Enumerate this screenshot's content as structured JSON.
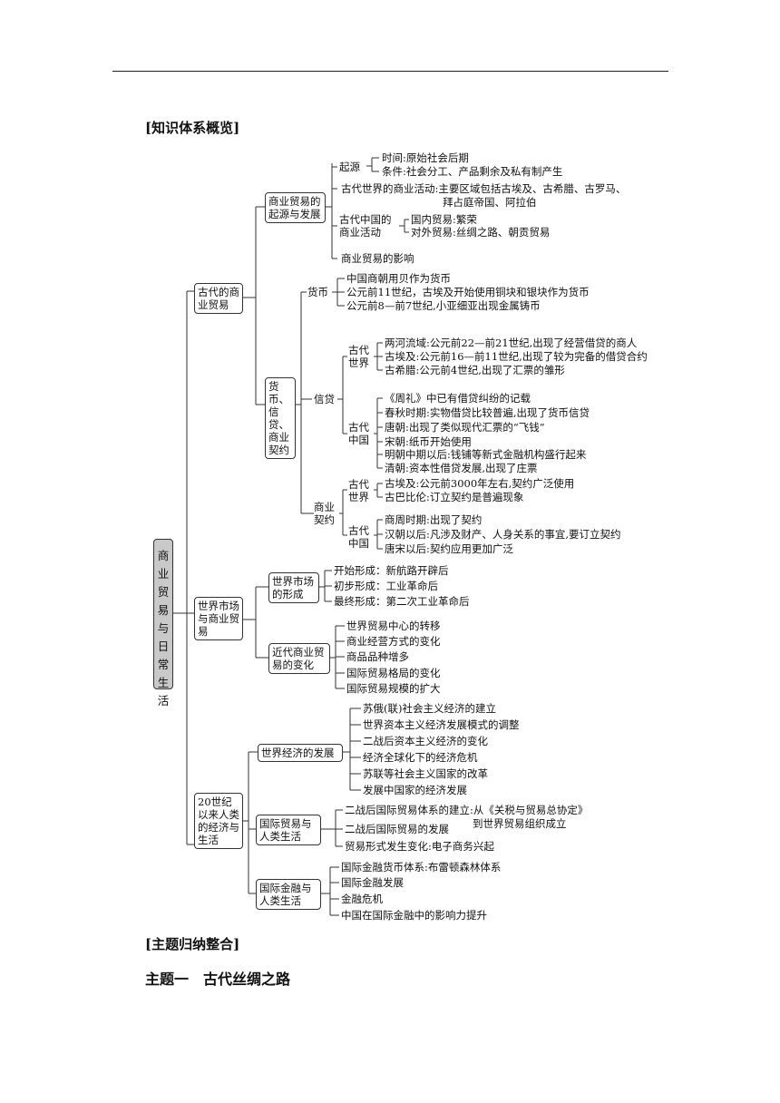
{
  "overview_heading": "[知识体系概览]",
  "summary_heading": "[主题归纳整合]",
  "theme_title": "主题一　古代丝绸之路",
  "root": "商业贸易与日常生活",
  "l1": {
    "ancient_trade": "古代的商业贸易",
    "world_market": "世界市场与商业贸易",
    "c20": "20世纪以来人类的经济与生活"
  },
  "l2": {
    "origin_dev": "商业贸易的起源与发展",
    "money_credit": "货币、信贷、商业契约",
    "wm_form": "世界市场的形成",
    "modern_change": "近代商业贸易的变化",
    "world_econ": "世界经济的发展",
    "intl_trade": "国际贸易与人类生活",
    "intl_fin": "国际金融与人类生活"
  },
  "l3": {
    "origin": "起源",
    "ancient_china_trade": "古代中国的商业活动",
    "currency": "货币",
    "credit": "信贷",
    "contract": "商业契约",
    "credit_world": "古代世界",
    "credit_china": "古代中国",
    "contract_world": "古代世界",
    "contract_china": "古代中国"
  },
  "items": {
    "origin_time": "时间:原始社会后期",
    "origin_cond": "条件:社会分工、产品剩余及私有制产生",
    "world_ancient_1": "古代世界的商业活动:主要区域包括古埃及、古希腊、古罗马、",
    "world_ancient_2": "拜占庭帝国、阿拉伯",
    "domestic": "国内贸易:繁荣",
    "foreign": "对外贸易:丝绸之路、朝贡贸易",
    "trade_influence": "商业贸易的影响",
    "cur_1": "中国商朝用贝作为货币",
    "cur_2": "公元前11世纪，古埃及开始使用铜块和银块作为货币",
    "cur_3": "公元前8—前7世纪,小亚细亚出现金属铸币",
    "cw_1": "两河流域:公元前22—前21世纪,出现了经营借贷的商人",
    "cw_2": "古埃及:公元前16—前11世纪,出现了较为完备的借贷合约",
    "cw_3": "古希腊:公元前4世纪,出现了汇票的雏形",
    "cc_1": "《周礼》中已有借贷纠纷的记载",
    "cc_2": "春秋时期:实物借贷比较普遍,出现了货币信贷",
    "cc_3": "唐朝:出现了类似现代汇票的“飞钱”",
    "cc_4": "宋朝:纸币开始使用",
    "cc_5": "明朝中期以后:钱铺等新式金融机构盛行起来",
    "cc_6": "清朝:资本性借贷发展,出现了庄票",
    "kw_1": "古埃及:公元前3000年左右,契约广泛使用",
    "kw_2": "古巴比伦:订立契约是普遍现象",
    "kc_1": "商周时期:出现了契约",
    "kc_2": "汉朝以后:凡涉及财产、人身关系的事宜,要订立契约",
    "kc_3": "唐宋以后:契约应用更加广泛",
    "wm_1": "开始形成：新航路开辟后",
    "wm_2": "初步形成：工业革命后",
    "wm_3": "最终形成：第二次工业革命后",
    "mc_1": "世界贸易中心的转移",
    "mc_2": "商业经营方式的变化",
    "mc_3": "商品品种增多",
    "mc_4": "国际贸易格局的变化",
    "mc_5": "国际贸易规模的扩大",
    "we_1": "苏俄(联)社会主义经济的建立",
    "we_2": "世界资本主义经济发展模式的调整",
    "we_3": "二战后资本主义经济的变化",
    "we_4": "经济全球化下的经济危机",
    "we_5": "苏联等社会主义国家的改革",
    "we_6": "发展中国家的经济发展",
    "it_1": "二战后国际贸易体系的建立:从《关税与贸易总协定》",
    "it_1b": "到世界贸易组织成立",
    "it_2": "二战后国际贸易的发展",
    "it_3": "贸易形式发生变化:电子商务兴起",
    "if_1": "国际金融货币体系:布雷顿森林体系",
    "if_2": "国际金融发展",
    "if_3": "金融危机",
    "if_4": "中国在国际金融中的影响力提升"
  }
}
